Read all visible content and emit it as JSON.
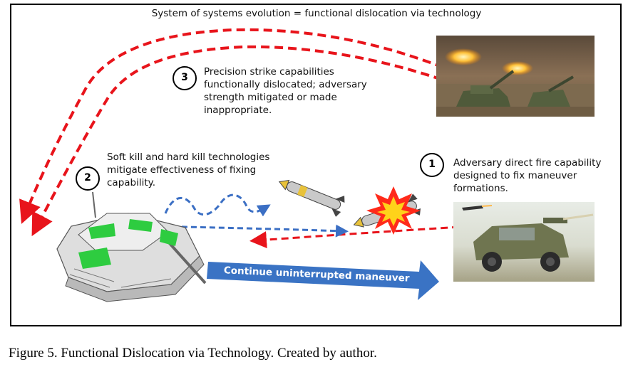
{
  "title": "System of systems evolution = functional dislocation via technology",
  "callouts": [
    {
      "number": "3",
      "text": "Precision strike capabilities functionally dislocated; adversary strength mitigated or made inappropriate."
    },
    {
      "number": "2",
      "text": "Soft kill and hard kill technologies mitigate effectiveness of fixing capability."
    },
    {
      "number": "1",
      "text": "Adversary direct fire capability designed to fix maneuver formations."
    }
  ],
  "maneuver_arrow_label": "Continue uninterrupted maneuver",
  "caption": "Figure 5. Functional Dislocation via Technology. Created by author.",
  "colors": {
    "red_dashed": "#e8141b",
    "blue_dashed": "#3b6fc4",
    "maneuver_arrow": "#3a73c4",
    "tank_highlight": "#2ecc40",
    "explosion": "#ffcc00"
  },
  "images": [
    {
      "name": "artillery-photo-icon"
    },
    {
      "name": "tank-illustration-icon"
    },
    {
      "name": "armored-vehicle-photo-icon"
    },
    {
      "name": "missile-icon"
    },
    {
      "name": "explosion-icon"
    }
  ]
}
